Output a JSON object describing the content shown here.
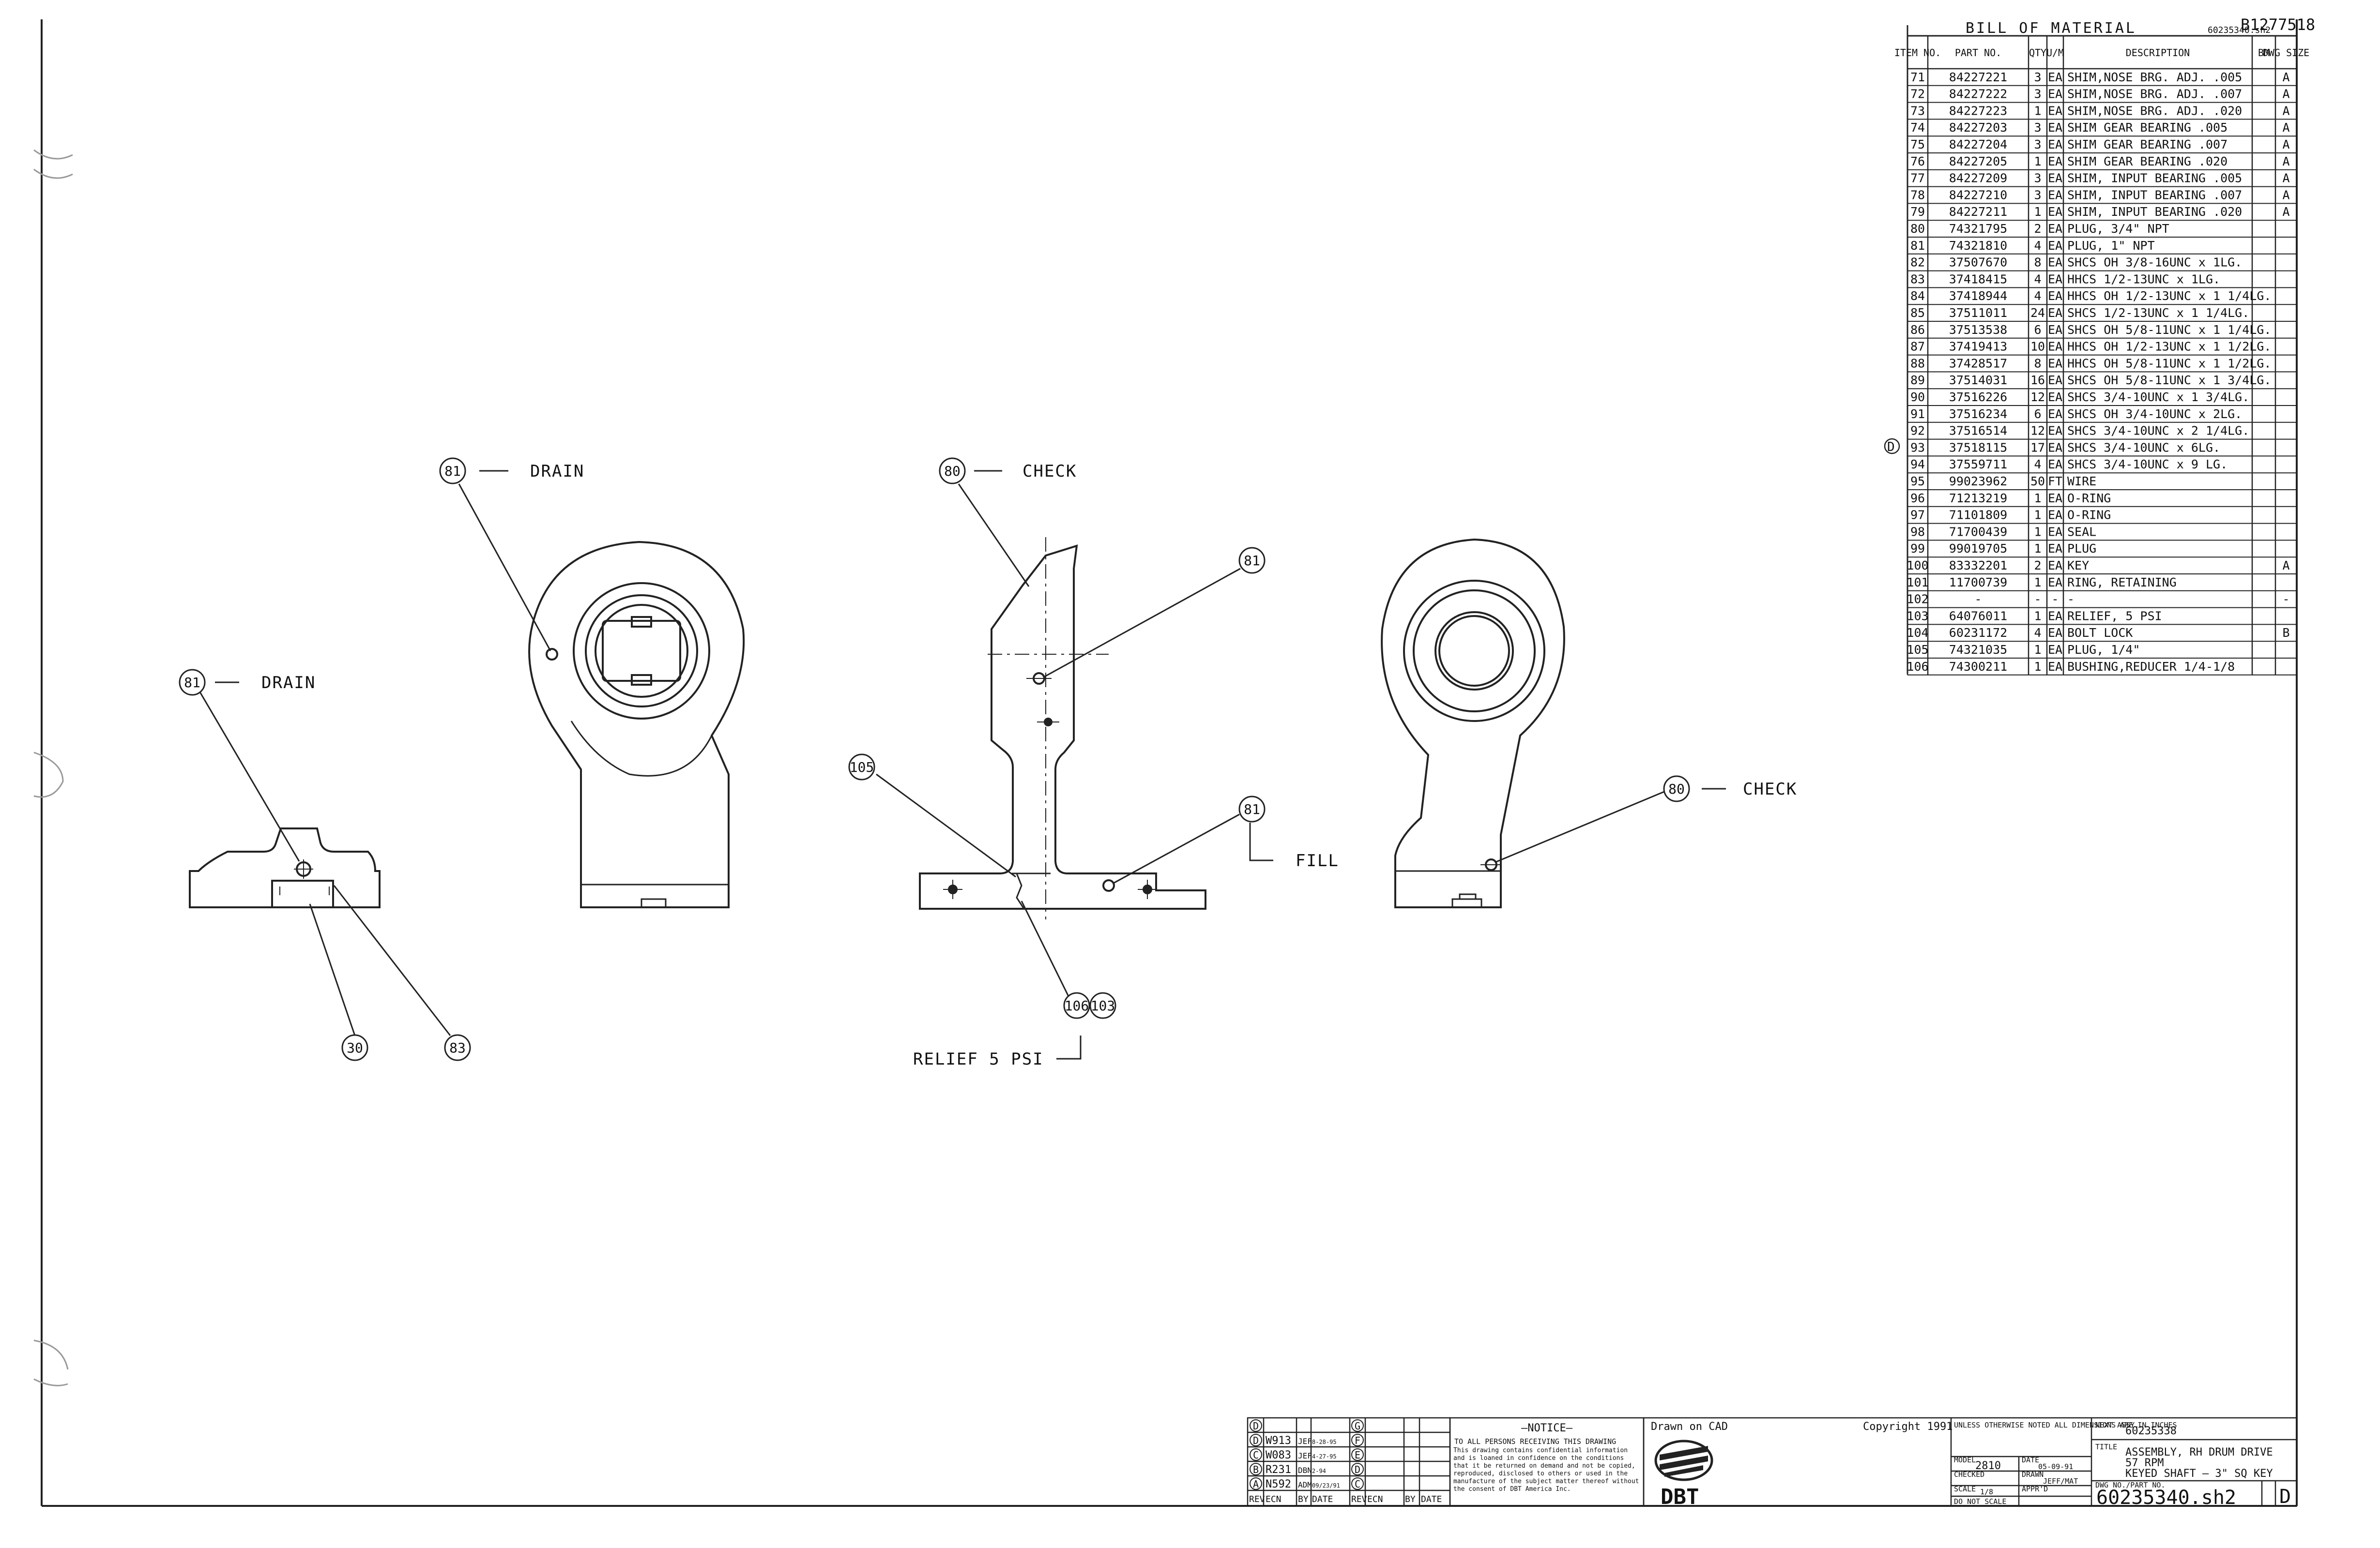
{
  "drawing_id_top": "B1277518",
  "bom": {
    "title": "BILL OF MATERIAL",
    "code": "60235340.sh2",
    "columns": [
      "ITEM NO.",
      "PART NO.",
      "QTY",
      "U/M",
      "DESCRIPTION",
      "BM",
      "DWG SIZE"
    ],
    "rows": [
      {
        "item": "71",
        "part": "84227221",
        "qty": "3",
        "um": "EA",
        "desc": "SHIM,NOSE BRG. ADJ. .005",
        "bm": "",
        "size": "A"
      },
      {
        "item": "72",
        "part": "84227222",
        "qty": "3",
        "um": "EA",
        "desc": "SHIM,NOSE BRG. ADJ. .007",
        "bm": "",
        "size": "A"
      },
      {
        "item": "73",
        "part": "84227223",
        "qty": "1",
        "um": "EA",
        "desc": "SHIM,NOSE BRG. ADJ. .020",
        "bm": "",
        "size": "A"
      },
      {
        "item": "74",
        "part": "84227203",
        "qty": "3",
        "um": "EA",
        "desc": "SHIM GEAR BEARING .005",
        "bm": "",
        "size": "A"
      },
      {
        "item": "75",
        "part": "84227204",
        "qty": "3",
        "um": "EA",
        "desc": "SHIM GEAR BEARING .007",
        "bm": "",
        "size": "A"
      },
      {
        "item": "76",
        "part": "84227205",
        "qty": "1",
        "um": "EA",
        "desc": "SHIM GEAR BEARING .020",
        "bm": "",
        "size": "A"
      },
      {
        "item": "77",
        "part": "84227209",
        "qty": "3",
        "um": "EA",
        "desc": "SHIM, INPUT BEARING .005",
        "bm": "",
        "size": "A"
      },
      {
        "item": "78",
        "part": "84227210",
        "qty": "3",
        "um": "EA",
        "desc": "SHIM, INPUT BEARING .007",
        "bm": "",
        "size": "A"
      },
      {
        "item": "79",
        "part": "84227211",
        "qty": "1",
        "um": "EA",
        "desc": "SHIM, INPUT BEARING .020",
        "bm": "",
        "size": "A"
      },
      {
        "item": "80",
        "part": "74321795",
        "qty": "2",
        "um": "EA",
        "desc": "PLUG, 3/4\" NPT",
        "bm": "",
        "size": ""
      },
      {
        "item": "81",
        "part": "74321810",
        "qty": "4",
        "um": "EA",
        "desc": "PLUG, 1\" NPT",
        "bm": "",
        "size": ""
      },
      {
        "item": "82",
        "part": "37507670",
        "qty": "8",
        "um": "EA",
        "desc": "SHCS OH 3/8-16UNC x 1LG.",
        "bm": "",
        "size": ""
      },
      {
        "item": "83",
        "part": "37418415",
        "qty": "4",
        "um": "EA",
        "desc": "HHCS 1/2-13UNC x 1LG.",
        "bm": "",
        "size": ""
      },
      {
        "item": "84",
        "part": "37418944",
        "qty": "4",
        "um": "EA",
        "desc": "HHCS OH 1/2-13UNC x 1 1/4LG.",
        "bm": "",
        "size": ""
      },
      {
        "item": "85",
        "part": "37511011",
        "qty": "24",
        "um": "EA",
        "desc": "SHCS 1/2-13UNC x 1 1/4LG.",
        "bm": "",
        "size": ""
      },
      {
        "item": "86",
        "part": "37513538",
        "qty": "6",
        "um": "EA",
        "desc": "SHCS OH 5/8-11UNC x 1 1/4LG.",
        "bm": "",
        "size": ""
      },
      {
        "item": "87",
        "part": "37419413",
        "qty": "10",
        "um": "EA",
        "desc": "HHCS OH 1/2-13UNC x 1 1/2LG.",
        "bm": "",
        "size": ""
      },
      {
        "item": "88",
        "part": "37428517",
        "qty": "8",
        "um": "EA",
        "desc": "HHCS OH 5/8-11UNC x 1 1/2LG.",
        "bm": "",
        "size": ""
      },
      {
        "item": "89",
        "part": "37514031",
        "qty": "16",
        "um": "EA",
        "desc": "SHCS OH 5/8-11UNC x 1 3/4LG.",
        "bm": "",
        "size": ""
      },
      {
        "item": "90",
        "part": "37516226",
        "qty": "12",
        "um": "EA",
        "desc": "SHCS 3/4-10UNC x 1 3/4LG.",
        "bm": "",
        "size": ""
      },
      {
        "item": "91",
        "part": "37516234",
        "qty": "6",
        "um": "EA",
        "desc": "SHCS OH 3/4-10UNC x 2LG.",
        "bm": "",
        "size": ""
      },
      {
        "item": "92",
        "part": "37516514",
        "qty": "12",
        "um": "EA",
        "desc": "SHCS 3/4-10UNC x 2 1/4LG.",
        "bm": "",
        "size": ""
      },
      {
        "item": "93",
        "part": "37518115",
        "qty": "17",
        "um": "EA",
        "desc": "SHCS 3/4-10UNC x 6LG.",
        "bm": "",
        "size": ""
      },
      {
        "item": "94",
        "part": "37559711",
        "qty": "4",
        "um": "EA",
        "desc": "SHCS 3/4-10UNC x 9 LG.",
        "bm": "",
        "size": ""
      },
      {
        "item": "95",
        "part": "99023962",
        "qty": "50",
        "um": "FT",
        "desc": "WIRE",
        "bm": "",
        "size": ""
      },
      {
        "item": "96",
        "part": "71213219",
        "qty": "1",
        "um": "EA",
        "desc": "O-RING",
        "bm": "",
        "size": ""
      },
      {
        "item": "97",
        "part": "71101809",
        "qty": "1",
        "um": "EA",
        "desc": "O-RING",
        "bm": "",
        "size": ""
      },
      {
        "item": "98",
        "part": "71700439",
        "qty": "1",
        "um": "EA",
        "desc": "SEAL",
        "bm": "",
        "size": ""
      },
      {
        "item": "99",
        "part": "99019705",
        "qty": "1",
        "um": "EA",
        "desc": "PLUG",
        "bm": "",
        "size": ""
      },
      {
        "item": "100",
        "part": "83332201",
        "qty": "2",
        "um": "EA",
        "desc": "KEY",
        "bm": "",
        "size": "A"
      },
      {
        "item": "101",
        "part": "11700739",
        "qty": "1",
        "um": "EA",
        "desc": "RING, RETAINING",
        "bm": "",
        "size": ""
      },
      {
        "item": "102",
        "part": "-",
        "qty": "-",
        "um": "-",
        "desc": "-",
        "bm": "",
        "size": "-"
      },
      {
        "item": "103",
        "part": "64076011",
        "qty": "1",
        "um": "EA",
        "desc": "RELIEF, 5 PSI",
        "bm": "",
        "size": ""
      },
      {
        "item": "104",
        "part": "60231172",
        "qty": "4",
        "um": "EA",
        "desc": "BOLT LOCK",
        "bm": "",
        "size": "B"
      },
      {
        "item": "105",
        "part": "74321035",
        "qty": "1",
        "um": "EA",
        "desc": "PLUG, 1/4\"",
        "bm": "",
        "size": ""
      },
      {
        "item": "106",
        "part": "74300211",
        "qty": "1",
        "um": "EA",
        "desc": "BUSHING,REDUCER 1/4-1/8",
        "bm": "",
        "size": ""
      }
    ],
    "rev_marker": "D"
  },
  "callouts": {
    "drain_label": "DRAIN",
    "check_label": "CHECK",
    "fill_label": "FILL",
    "relief_label": "RELIEF 5 PSI",
    "b81": "81",
    "b80": "80",
    "b30": "30",
    "b83": "83",
    "b105": "105",
    "b106": "106",
    "b103": "103"
  },
  "revisions": {
    "rows": [
      {
        "rev": "D",
        "ecn": "",
        "by": "",
        "date": ""
      },
      {
        "rev": "D",
        "ecn": "W913",
        "by": "JEF",
        "date": "8-28-95"
      },
      {
        "rev": "C",
        "ecn": "W083",
        "by": "JEF",
        "date": "4-27-95"
      },
      {
        "rev": "B",
        "ecn": "R231",
        "by": "DBN",
        "date": "2-94"
      },
      {
        "rev": "A",
        "ecn": "N592",
        "by": "ADM",
        "date": "09/23/91"
      }
    ],
    "col_right_revs": [
      "G",
      "F",
      "E",
      "D",
      "C"
    ],
    "headers": [
      "REV",
      "ECN",
      "BY",
      "DATE",
      "REV",
      "ECN",
      "BY",
      "DATE"
    ]
  },
  "notice": {
    "title": "—NOTICE—",
    "line1": "TO ALL PERSONS RECEIVING THIS DRAWING",
    "body": "This drawing contains confidential information and is loaned in confidence on the conditions that it be returned on demand and not be copied, reproduced, disclosed to others or used in the manufacture of the subject matter thereof without the consent of DBT America Inc."
  },
  "title_block": {
    "drawn_on": "Drawn on CAD",
    "copyright": "Copyright 1991",
    "company": "DBT",
    "next_assy_label": "NEXT ASSY.",
    "next_assy": "60235338",
    "title_label": "TITLE",
    "title_line1": "ASSEMBLY, RH DRUM DRIVE",
    "title_line2": "57 RPM",
    "title_line3": "KEYED SHAFT — 3\" SQ KEY",
    "model_label": "MODEL",
    "model": "2810",
    "date_label": "DATE",
    "date": "05-09-91",
    "drawn_label": "DRAWN",
    "drawn": "JEFF/MAT",
    "scale_label": "SCALE",
    "scale": "1/8",
    "dwg_no_label": "DWG NO./PART NO.",
    "dwg_no": "60235340.sh2",
    "rev": "D",
    "do_not_scale": "DO NOT SCALE",
    "checked_label": "CHECKED",
    "approved_label": "APPR'D",
    "tolerance_note": "UNLESS OTHERWISE NOTED ALL DIMENSIONS ARE IN INCHES"
  }
}
